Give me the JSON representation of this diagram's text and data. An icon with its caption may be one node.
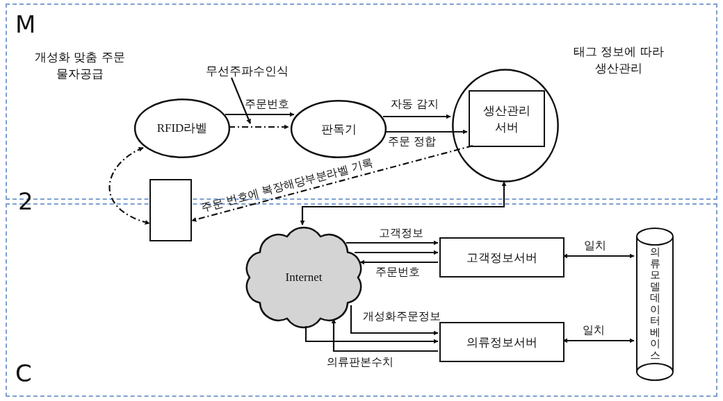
{
  "diagram": {
    "nodes": [
      {
        "text": [
          "M"
        ]
      },
      {
        "text": [
          "C"
        ]
      },
      {
        "text": [
          "RFID라벨"
        ],
        "in": 0
      },
      {
        "text": [
          "판독기"
        ],
        "in": 0
      },
      {
        "text": [],
        "shape": "circle",
        "in": 0,
        "beside": [
          "태그 정보에 따라 생산관리"
        ]
      },
      {
        "text": [
          "생산관리 서버"
        ],
        "in": 4
      },
      {
        "text": [],
        "shape": "box"
      },
      {
        "text": [
          "Internet"
        ],
        "in": 1
      },
      {
        "text": [
          "고객정보서버"
        ],
        "in": 1
      },
      {
        "text": [
          "의류정보서버"
        ],
        "in": 1
      },
      {
        "text": [
          "의류모델데이터베이스"
        ],
        "in": 1
      },
      {
        "text": [
          "무선주파수인식"
        ],
        "in": 0
      }
    ],
    "edges": [
      {
        "from": 2,
        "to": 3,
        "arrow": "to",
        "label": "주문번호"
      },
      {
        "from": 2,
        "to": 3,
        "arrow": "to",
        "style": "dashed"
      },
      {
        "from": 11,
        "to": null,
        "arrow": "to"
      },
      {
        "from": 3,
        "to": 5,
        "arrow": "to",
        "label": "주문 정합"
      },
      {
        "from": 3,
        "to": 4,
        "arrow": "to",
        "label": "자동 감지"
      },
      {
        "from": 5,
        "to": 6,
        "arrow": "to",
        "style": "dashed",
        "label": "주문 번호에 복장해당부분라벨 기록"
      },
      {
        "from": 2,
        "to": 6,
        "arrow": "both",
        "style": "dashed"
      },
      {
        "from": 7,
        "to": 4,
        "arrow": "both"
      },
      {
        "from": 7,
        "to": 8,
        "arrow": "to",
        "label": "고객정보"
      },
      {
        "from": 7,
        "to": 8,
        "arrow": "to"
      },
      {
        "from": 8,
        "to": 7,
        "arrow": "to",
        "label": "주문번호"
      },
      {
        "from": 7,
        "to": 9,
        "arrow": "to"
      },
      {
        "from": 7,
        "to": 9,
        "arrow": "to",
        "label": "개성화주문정보"
      },
      {
        "from": 9,
        "to": 7,
        "arrow": "to",
        "label": "의류판본수치"
      },
      {
        "from": 8,
        "to": 10,
        "arrow": "both",
        "label": "일치"
      },
      {
        "from": 9,
        "to": 10,
        "arrow": "both",
        "label": "일치"
      }
    ],
    "labels": [
      "개성화 맞춤 주문 물자공급",
      "2"
    ]
  }
}
